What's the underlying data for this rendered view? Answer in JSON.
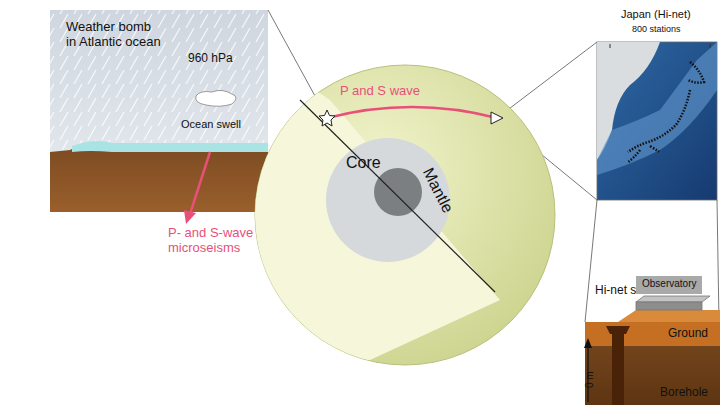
{
  "diagram": {
    "nodes": [
      {
        "text": [
          "Weather bomb in Atlantic ocean"
        ]
      },
      {
        "text": [
          "Mantle"
        ]
      },
      {
        "text": [
          "Core"
        ],
        "in": 1
      },
      {
        "text": [
          "Japan (Hi-net)",
          "800 stations"
        ]
      },
      {
        "text": [
          "Hi-net station"
        ]
      },
      {
        "text": [
          "Observatory"
        ],
        "in": 4
      }
    ],
    "labels": [
      "960 hPa",
      "Ocean swell",
      "P- and S-wave microseisms",
      "P and S wave",
      "Ground",
      "Borehole",
      "0 m"
    ]
  }
}
